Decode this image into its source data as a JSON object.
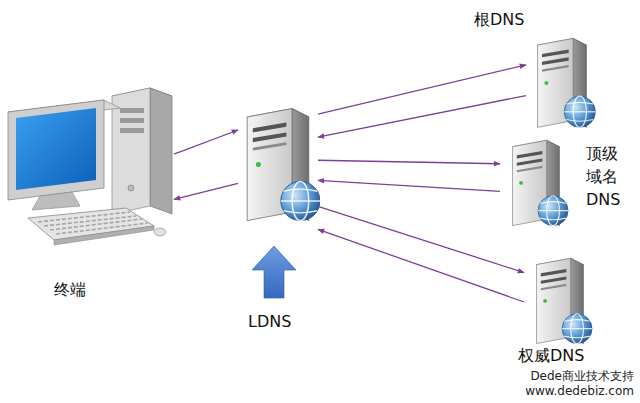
{
  "diagram": {
    "nodes": [
      {
        "text": [
          "终端"
        ]
      },
      {
        "text": [
          "LDNS"
        ]
      },
      {
        "text": [
          "根DNS"
        ]
      },
      {
        "text": [
          "顶级 域名 DNS"
        ]
      },
      {
        "text": [
          "权威DNS"
        ]
      }
    ],
    "edges": [
      {
        "from": 0,
        "to": 1,
        "arrow": "to"
      },
      {
        "from": 1,
        "to": 0,
        "arrow": "to"
      },
      {
        "from": 1,
        "to": 2,
        "arrow": "to"
      },
      {
        "from": 2,
        "to": 1,
        "arrow": "to"
      },
      {
        "from": 1,
        "to": 3,
        "arrow": "to"
      },
      {
        "from": 3,
        "to": 1,
        "arrow": "to"
      },
      {
        "from": 1,
        "to": 4,
        "arrow": "to"
      },
      {
        "from": 4,
        "to": 1,
        "arrow": "to"
      }
    ],
    "labels": [
      "Dede商业技术支持",
      "www.dedebiz.com"
    ]
  }
}
